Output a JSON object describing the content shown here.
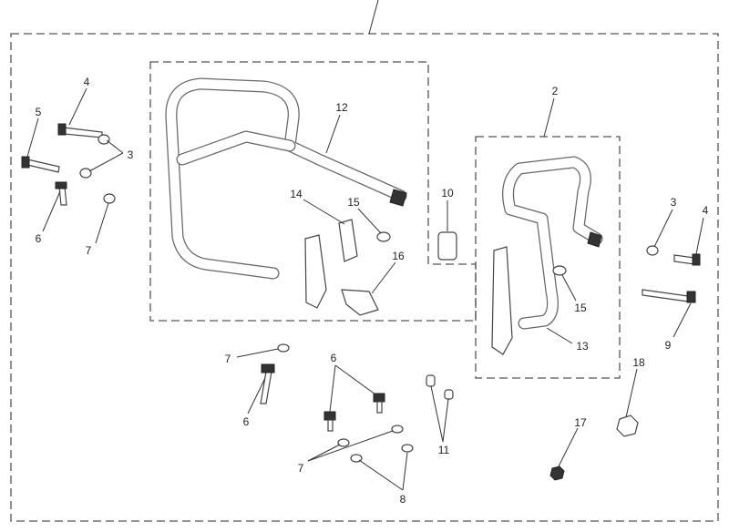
{
  "diagram": {
    "callouts": [
      {
        "id": "c4a",
        "text": "4"
      },
      {
        "id": "c5",
        "text": "5"
      },
      {
        "id": "c3a",
        "text": "3"
      },
      {
        "id": "c6a",
        "text": "6"
      },
      {
        "id": "c7a",
        "text": "7"
      },
      {
        "id": "c12",
        "text": "12"
      },
      {
        "id": "c14",
        "text": "14"
      },
      {
        "id": "c15a",
        "text": "15"
      },
      {
        "id": "c10",
        "text": "10"
      },
      {
        "id": "c16",
        "text": "16"
      },
      {
        "id": "c2",
        "text": "2"
      },
      {
        "id": "c3b",
        "text": "3"
      },
      {
        "id": "c4b",
        "text": "4"
      },
      {
        "id": "c15b",
        "text": "15"
      },
      {
        "id": "c13",
        "text": "13"
      },
      {
        "id": "c9",
        "text": "9"
      },
      {
        "id": "c7b",
        "text": "7"
      },
      {
        "id": "c6b",
        "text": "6"
      },
      {
        "id": "c6c",
        "text": "6"
      },
      {
        "id": "c18",
        "text": "18"
      },
      {
        "id": "c17",
        "text": "17"
      },
      {
        "id": "c11",
        "text": "11"
      },
      {
        "id": "c7c",
        "text": "7"
      },
      {
        "id": "c8",
        "text": "8"
      }
    ]
  }
}
